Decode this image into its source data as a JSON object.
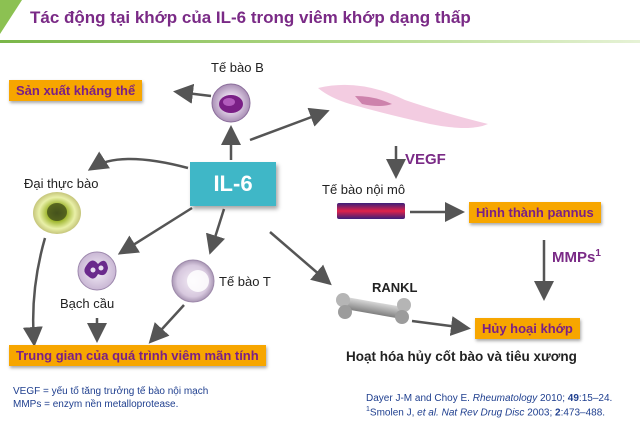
{
  "title": "Tác động tại khớp của IL-6 trong viêm khớp dạng thấp",
  "center_label": "IL-6",
  "labels": {
    "b_cell": "Tế bào B",
    "macrophage": "Đại thực bào",
    "neutrophil": "Bạch cầu",
    "t_cell": "Tế bào T",
    "endothelial": "Tế bào nội mô",
    "vegf": "VEGF",
    "mmps": "MMPs",
    "mmps_sup": "1",
    "rankl": "RANKL",
    "osteoclast": "Hoạt hóa hủy cốt bào và tiêu xương"
  },
  "boxes": {
    "antibody": "Sản xuất kháng thể",
    "pannus": "Hình thành pannus",
    "joint_damage": "Hủy hoại khớp",
    "chronic": "Trung gian của quá trình viêm mãn tính"
  },
  "footnotes": {
    "vegf": "VEGF = yếu tố tăng trưởng tế bào nội mạch",
    "mmps": "MMPs = enzym nền metalloprotease."
  },
  "references": {
    "ref1_authors": "Dayer J-M and Choy E. ",
    "ref1_journal": "Rheumatology",
    "ref1_year": " 2010; ",
    "ref1_vol": "49",
    "ref1_pages": ":15–24.",
    "ref2_sup": "1",
    "ref2_authors": "Smolen J, ",
    "ref2_journal": "et al. Nat Rev Drug Disc",
    "ref2_year": " 2003; ",
    "ref2_vol": "2",
    "ref2_pages": ":473–488."
  },
  "colors": {
    "title": "#7a2a86",
    "box_fill": "#f7a600",
    "box_text": "#7a1f86",
    "il6_fill": "#3fb7c7",
    "arrow": "#555555"
  }
}
